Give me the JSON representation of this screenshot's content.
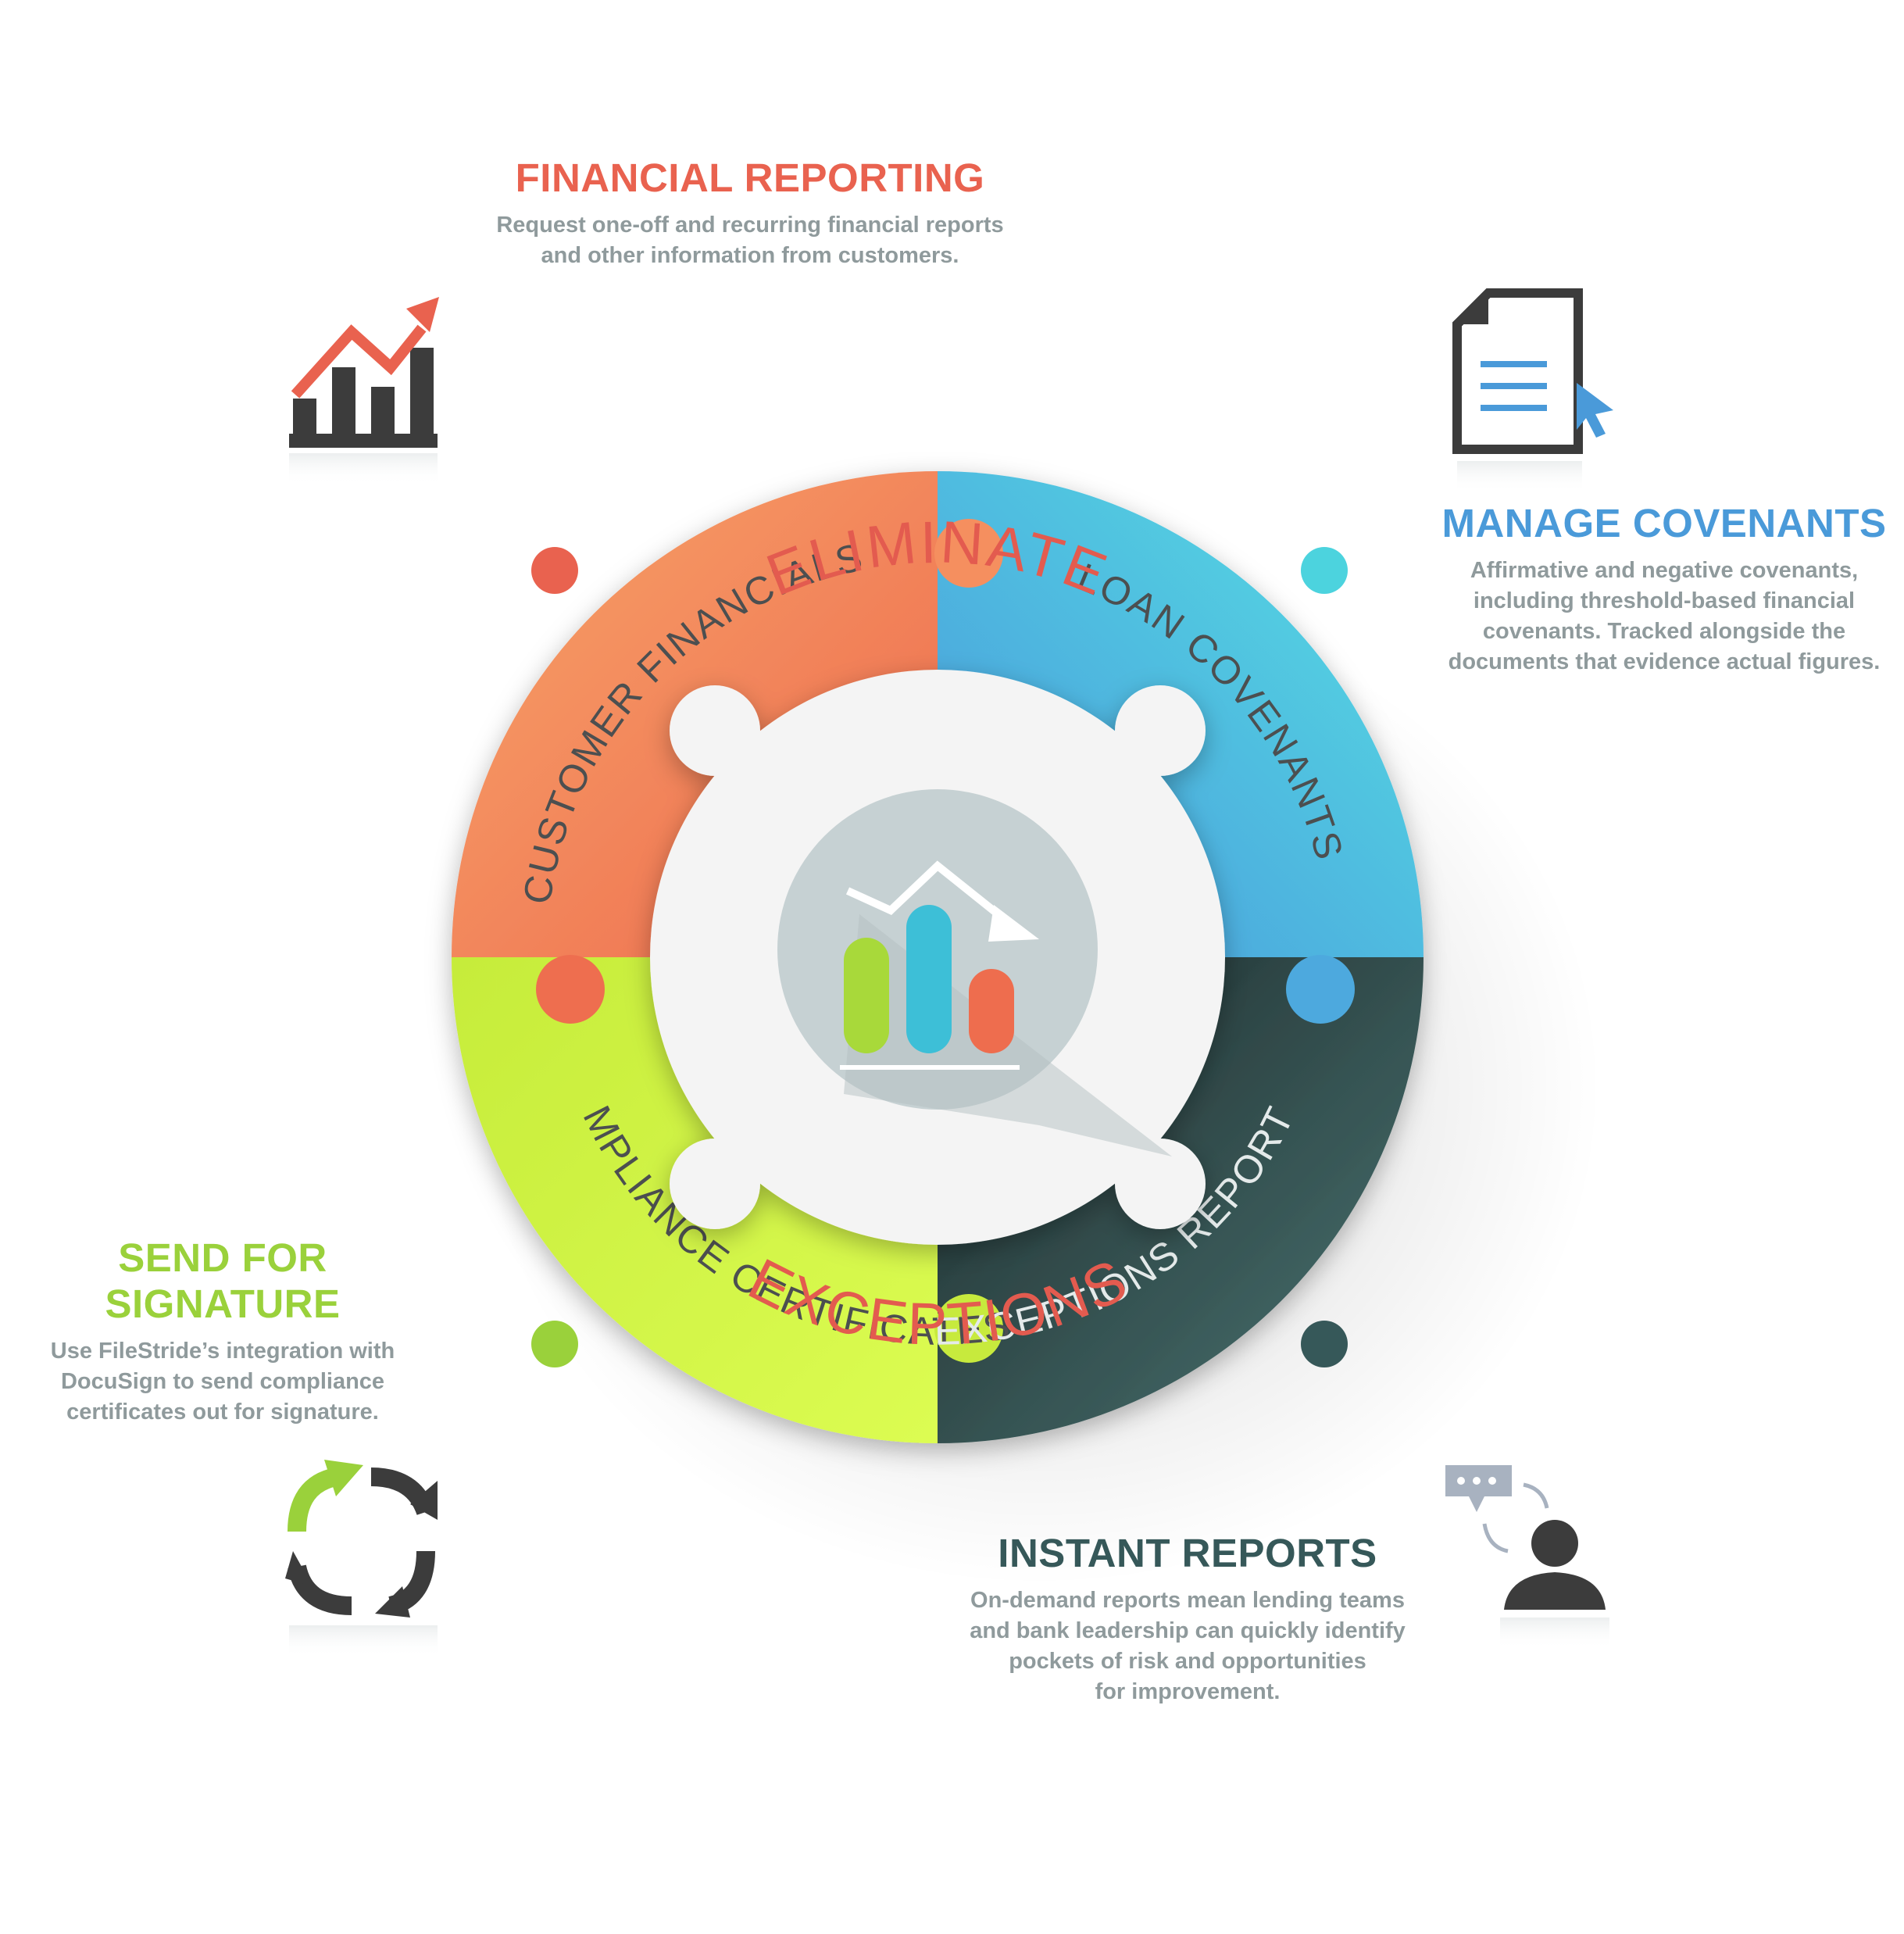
{
  "colors": {
    "financial": "#e9624f",
    "covenants": "#4a9ad9",
    "signature": "#9ad13b",
    "reports": "#365859",
    "body_text": "#8f9a9c",
    "center_text": "#e35b4f",
    "icon_dark": "#3c3c3c"
  },
  "center": {
    "top_label": "ELIMINATE",
    "bottom_label": "EXCEPTIONS"
  },
  "segments": {
    "customer_financials": "CUSTOMER FINANCIALS",
    "loan_covenants": "LOAN COVENANTS",
    "compliance_certificates": "COMPLIANCE CERTIFICATES",
    "exceptions_reports": "EXCEPTIONS REPORTS"
  },
  "financial_reporting": {
    "title": "FINANCIAL REPORTING",
    "lines": [
      "Request one-off and recurring financial reports",
      "and other information from customers."
    ]
  },
  "manage_covenants": {
    "title": "MANAGE COVENANTS",
    "lines": [
      "Affirmative and negative covenants,",
      "including threshold-based financial",
      "covenants. Tracked alongside the",
      "documents that evidence actual figures."
    ]
  },
  "send_for_signature": {
    "title": "SEND FOR SIGNATURE",
    "lines": [
      "Use FileStride’s integration with",
      "DocuSign to send compliance",
      "certificates out for signature."
    ]
  },
  "instant_reports": {
    "title": "INSTANT REPORTS",
    "lines": [
      "On-demand reports mean lending teams",
      "and bank leadership can quickly identify",
      "pockets of risk and opportunities",
      "for improvement."
    ]
  },
  "icons": {
    "financial": "growth-chart-icon",
    "covenants": "document-cursor-icon",
    "signature": "cycle-arrows-icon",
    "reports": "person-chat-icon",
    "center": "declining-bar-chart-icon"
  }
}
